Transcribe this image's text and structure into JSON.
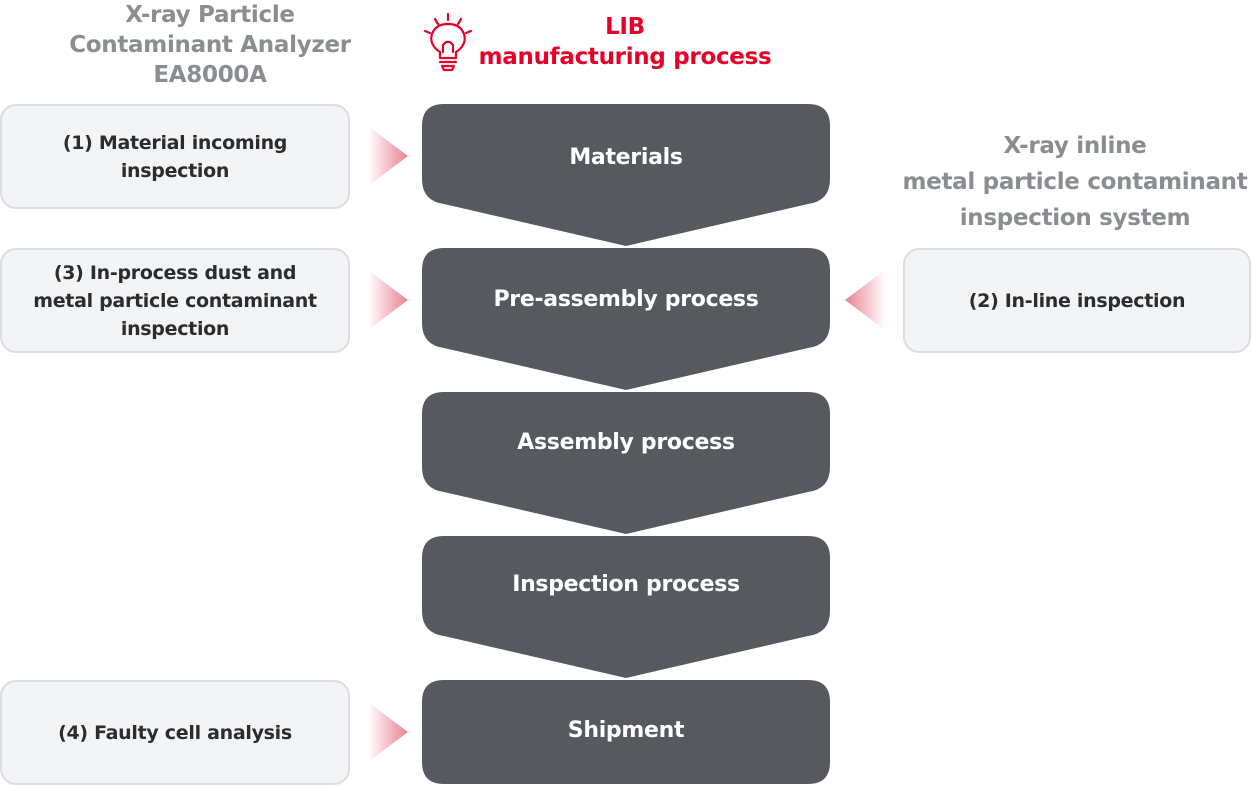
{
  "headings": {
    "left": [
      "X-ray Particle",
      "Contaminant Analyzer",
      "EA8000A"
    ],
    "center": [
      "LIB",
      "manufacturing process"
    ],
    "right": [
      "X-ray inline",
      "metal particle contaminant",
      "inspection system"
    ],
    "center_icon": "lightbulb-icon"
  },
  "colors": {
    "accent_red": "#e60027",
    "step_fill": "#56595e",
    "box_fill": "#f3f4f6",
    "box_border": "#dcdde0",
    "heading_gray": "#8a8d91",
    "arrow_pink": "#e8798a"
  },
  "process_steps": [
    {
      "label": "Materials"
    },
    {
      "label": "Pre-assembly process"
    },
    {
      "label": "Assembly process"
    },
    {
      "label": "Inspection process"
    },
    {
      "label": "Shipment"
    }
  ],
  "inspections": [
    {
      "id": "1",
      "lines": [
        "(1) Material incoming",
        "inspection"
      ],
      "side": "left",
      "step": "Materials"
    },
    {
      "id": "3",
      "lines": [
        "(3) In-process dust and",
        "metal particle contaminant",
        "inspection"
      ],
      "side": "left",
      "step": "Pre-assembly process"
    },
    {
      "id": "2",
      "lines": [
        "(2) In-line inspection"
      ],
      "side": "right",
      "step": "Pre-assembly process"
    },
    {
      "id": "4",
      "lines": [
        "(4) Faulty cell analysis"
      ],
      "side": "left",
      "step": "Shipment"
    }
  ]
}
